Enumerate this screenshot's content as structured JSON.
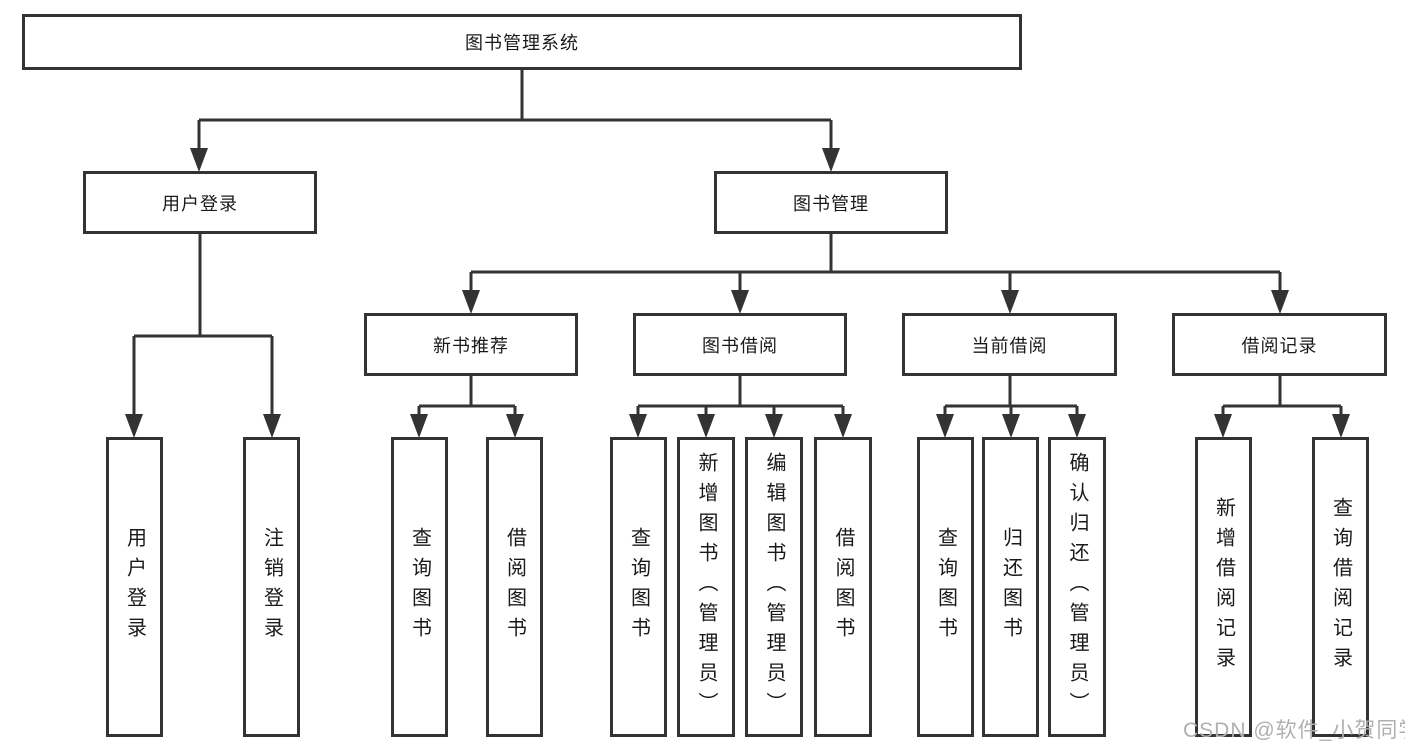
{
  "diagram": {
    "title": "图书管理系统",
    "branches": {
      "user_login": {
        "label": "用户登录",
        "children": [
          "用户登录",
          "注销登录"
        ]
      },
      "book_management": {
        "label": "图书管理",
        "sections": {
          "new_books": {
            "label": "新书推荐",
            "children": [
              "查询图书",
              "借阅图书"
            ]
          },
          "borrowing": {
            "label": "图书借阅",
            "children": [
              "查询图书",
              "新增图书（管理员）",
              "编辑图书（管理员）",
              "借阅图书"
            ]
          },
          "current": {
            "label": "当前借阅",
            "children": [
              "查询图书",
              "归还图书",
              "确认归还（管理员）"
            ]
          },
          "records": {
            "label": "借阅记录",
            "children": [
              "新增借阅记录",
              "查询借阅记录"
            ]
          }
        }
      }
    }
  },
  "watermark": "CSDN @软件_小贺同学",
  "colors": {
    "line": "#333333",
    "box_border": "#333333",
    "text": "#1a1a1a",
    "watermark": "#b0b0b4",
    "background": "#ffffff"
  }
}
